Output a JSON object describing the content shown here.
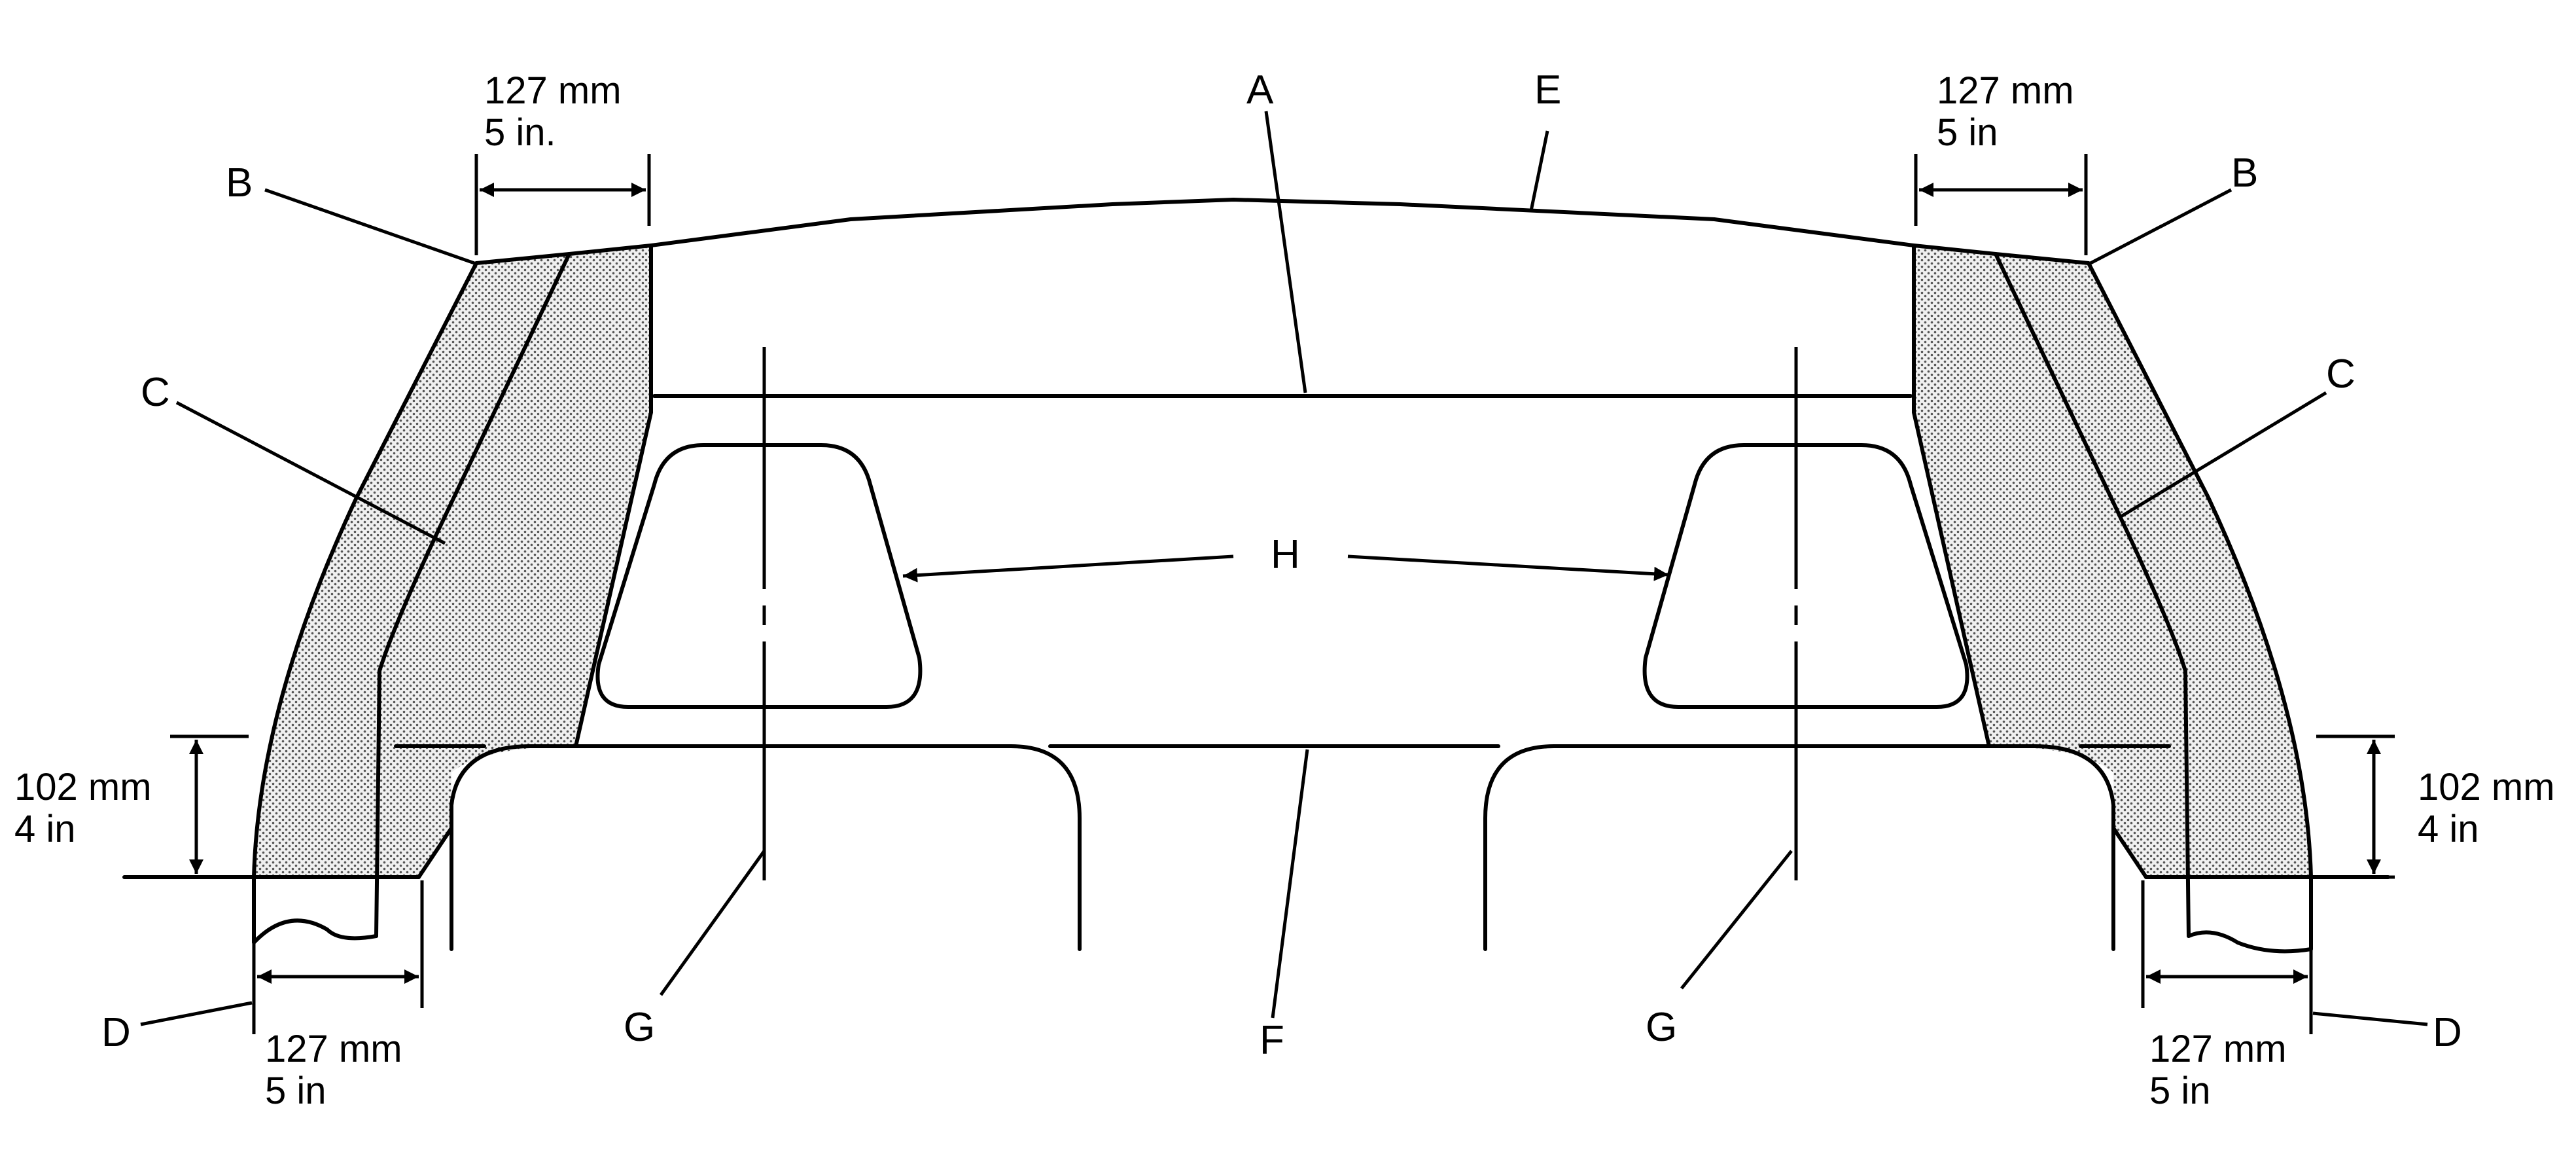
{
  "callouts": {
    "A": "A",
    "B": "B",
    "C": "C",
    "D": "D",
    "E": "E",
    "F": "F",
    "G": "G",
    "H": "H"
  },
  "dimensions": {
    "top_left": [
      "127 mm",
      "5 in."
    ],
    "top_right": [
      "127 mm",
      "5 in"
    ],
    "side_left": [
      "102 mm",
      "4 in"
    ],
    "side_right": [
      "102 mm",
      "4 in"
    ],
    "bottom_left": [
      "127 mm",
      "5 in"
    ],
    "bottom_right": [
      "127 mm",
      "5 in"
    ]
  }
}
